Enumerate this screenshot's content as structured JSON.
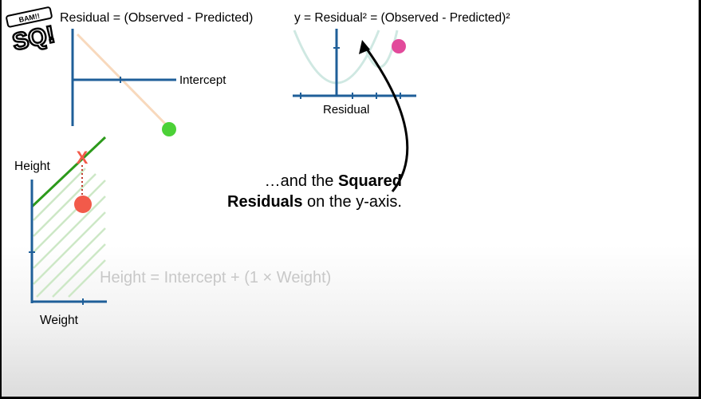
{
  "slide": {
    "logo_text_top": "BAM!!",
    "logo_text_main": "SQ!",
    "top_left_equation": "Residual = (Observed - Predicted)",
    "top_right_equation": "y = Residual² = (Observed - Predicted)²",
    "intercept_axis_label": "Intercept",
    "residual_axis_label": "Residual",
    "height_axis_label": "Height",
    "weight_axis_label": "Weight",
    "caption_prefix": "…and the ",
    "caption_bold": "Squared Residuals",
    "caption_suffix": " on the y-axis.",
    "prediction_marker": "X",
    "faded_equation": "Height = Intercept + (1 × Weight)"
  },
  "colors": {
    "axis_blue": "#1f5f99",
    "green_point": "#4cd137",
    "pink_point": "#e24a9b",
    "red_point": "#f25a4a",
    "fit_line_green": "#2c9a1b",
    "faded_text": "#c8c8c8"
  },
  "icons": [
    "statquest-logo",
    "curved-arrow-icon"
  ]
}
